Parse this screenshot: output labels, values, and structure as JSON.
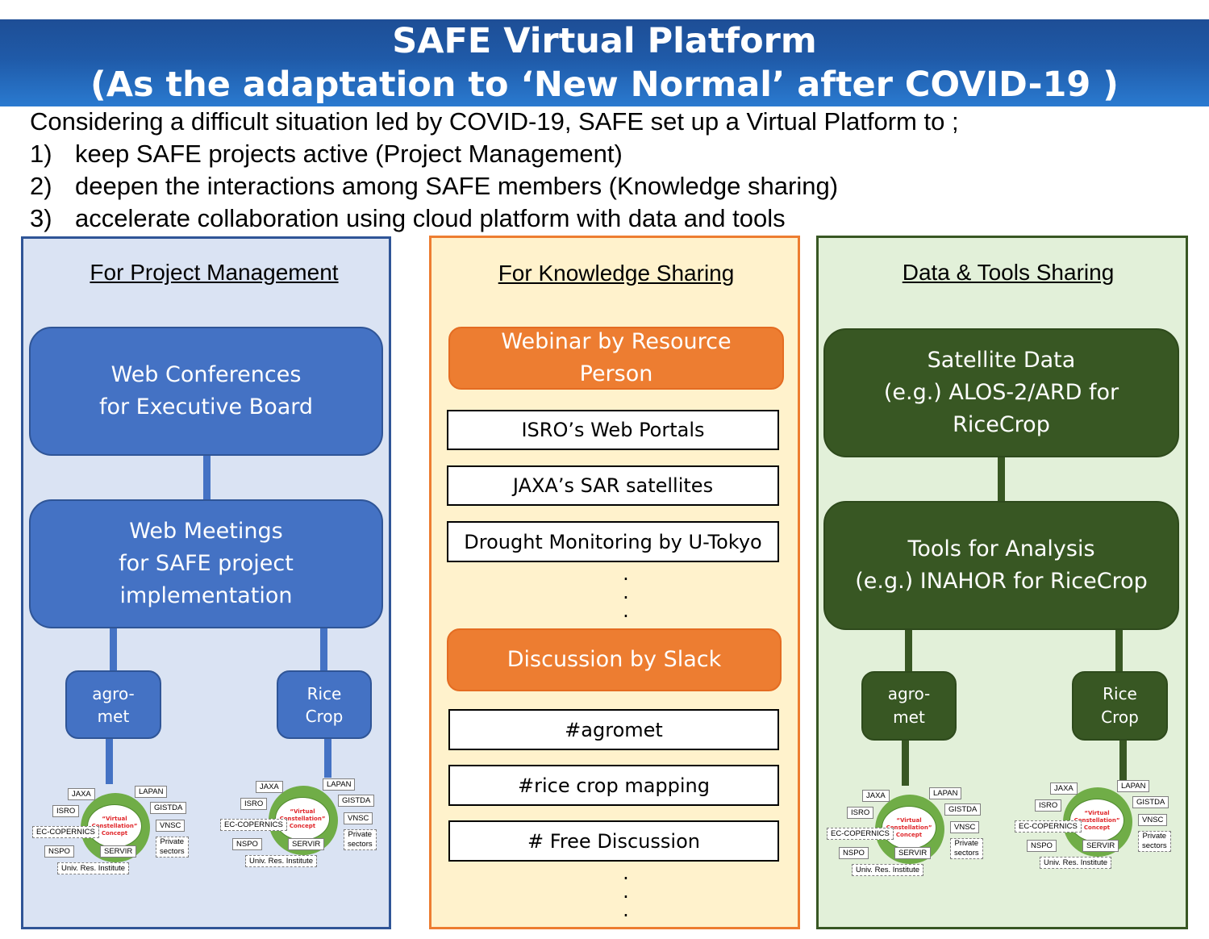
{
  "header": {
    "title": "SAFE Virtual Platform",
    "subtitle": "(As the adaptation to ‘New Normal’ after COVID-19 )"
  },
  "intro": {
    "lead": "Considering a difficult situation led by COVID-19, SAFE set up a Virtual Platform to ;",
    "points": [
      {
        "num": "1)",
        "text": "keep SAFE projects active (Project Management)"
      },
      {
        "num": "2)",
        "text": "deepen the interactions among SAFE members (Knowledge sharing)"
      },
      {
        "num": "3)",
        "text": "accelerate collaboration using cloud platform with data and tools"
      }
    ]
  },
  "panels": {
    "project_management": {
      "heading": "For Project Management",
      "top_box": "Web  Conferences\nfor Executive Board",
      "mid_box": "Web Meetings\nfor SAFE project\nimplementation",
      "sub_boxes": [
        "agro-\nmet",
        "Rice\nCrop"
      ]
    },
    "knowledge_sharing": {
      "heading": "For Knowledge Sharing",
      "webinar": "Webinar by Resource\nPerson",
      "webinar_items": [
        "ISRO’s Web Portals",
        "JAXA’s SAR satellites",
        "Drought Monitoring by U-Tokyo"
      ],
      "discussion": "Discussion by Slack",
      "discussion_items": [
        "#agromet",
        "#rice crop mapping",
        "# Free Discussion"
      ],
      "ellipsis": "·"
    },
    "data_tools": {
      "heading": "Data & Tools Sharing",
      "top_box": "Satellite Data\n(e.g.) ALOS-2/ARD for\nRiceCrop",
      "mid_box": "Tools for Analysis\n(e.g.) INAHOR for RiceCrop",
      "sub_boxes": [
        "agro-\nmet",
        "Rice\nCrop"
      ]
    }
  },
  "constellation": {
    "core": [
      "“Virtual",
      "Constellation”",
      "Concept"
    ],
    "tags": {
      "jaxa": "JAXA",
      "lapan": "LAPAN",
      "isro": "ISRO",
      "gistda": "GISTDA",
      "copernics": "EC-COPERNICS",
      "vnsc": "VNSC",
      "private": "Private\nsectors",
      "nspo": "NSPO",
      "servir": "SERVIR",
      "univ": "Univ. Res. Institute"
    }
  },
  "colors": {
    "banner": "#1f5aa8",
    "pm_panel": "#dae3f3",
    "pm_accent": "#4472c4",
    "ks_panel": "#fff2cc",
    "ks_accent": "#ed7d31",
    "dt_panel": "#e2f0d9",
    "dt_accent": "#385723",
    "constellation_ring": "#70ad47",
    "constellation_text": "#e0262a"
  }
}
